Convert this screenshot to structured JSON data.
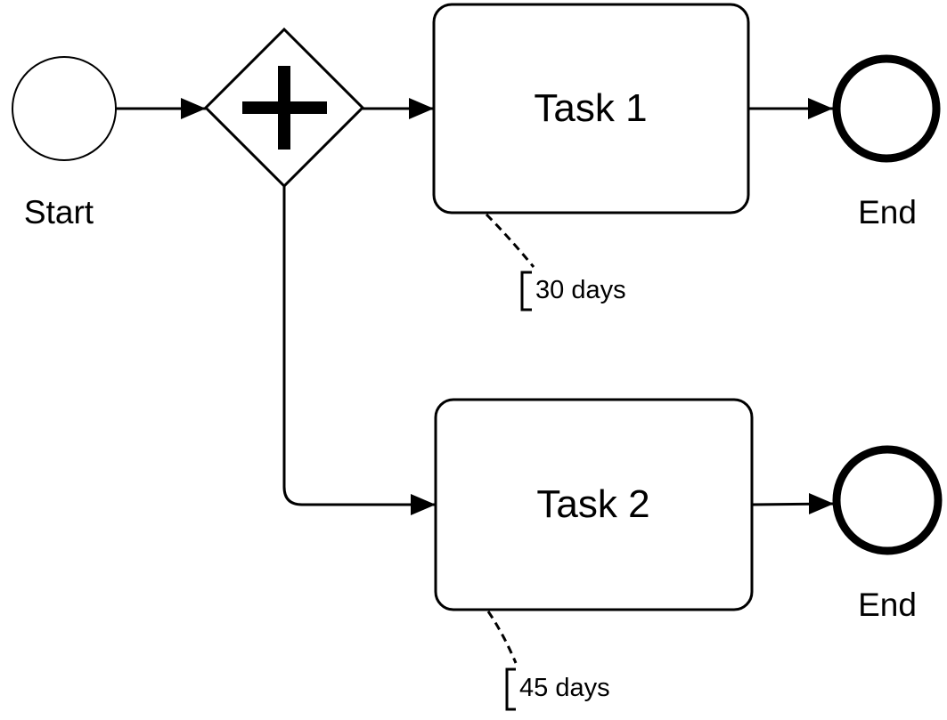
{
  "diagram": {
    "events": {
      "start": {
        "label": "Start"
      },
      "end_1": {
        "label": "End"
      },
      "end_2": {
        "label": "End"
      }
    },
    "gateway": {
      "type": "parallel",
      "symbol": "plus-icon"
    },
    "tasks": {
      "task_1": {
        "label": "Task 1"
      },
      "task_2": {
        "label": "Task 2"
      }
    },
    "annotations": {
      "task_1": {
        "text": "30 days"
      },
      "task_2": {
        "text": "45 days"
      }
    },
    "colors": {
      "stroke": "#000000",
      "fill": "#ffffff"
    }
  }
}
